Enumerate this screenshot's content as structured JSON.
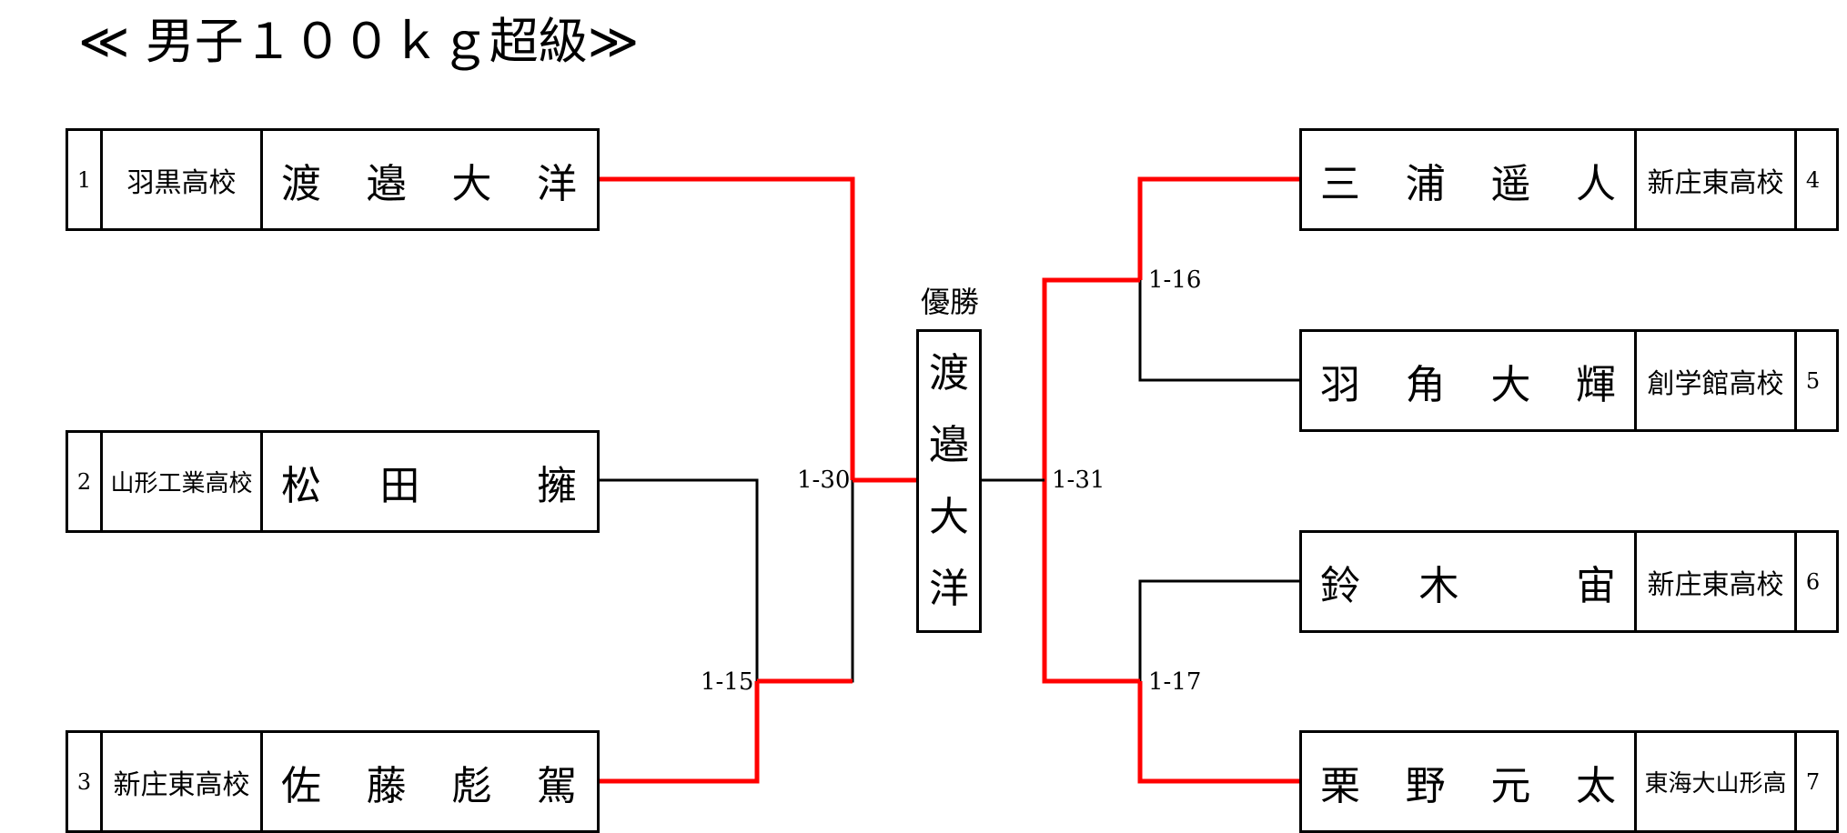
{
  "title": "≪ 男子１００ｋｇ超級≫",
  "winner": {
    "label": "優勝",
    "chars": [
      "渡",
      "邉",
      "大",
      "洋"
    ]
  },
  "left_entries": [
    {
      "seed": "1",
      "school": "羽黒高校",
      "name": [
        "渡",
        "邉",
        "大",
        "洋"
      ]
    },
    {
      "seed": "2",
      "school": "山形工業高校",
      "name": [
        "松",
        "田",
        "",
        "擁"
      ]
    },
    {
      "seed": "3",
      "school": "新庄東高校",
      "name": [
        "佐",
        "藤",
        "彪",
        "駕"
      ]
    }
  ],
  "right_entries": [
    {
      "seed": "4",
      "school": "新庄東高校",
      "name": [
        "三",
        "浦",
        "遥",
        "人"
      ]
    },
    {
      "seed": "5",
      "school": "創学館高校",
      "name": [
        "羽",
        "角",
        "大",
        "輝"
      ]
    },
    {
      "seed": "6",
      "school": "新庄東高校",
      "name": [
        "鈴",
        "木",
        "",
        "宙"
      ]
    },
    {
      "seed": "7",
      "school": "東海大山形高",
      "name": [
        "栗",
        "野",
        "元",
        "太"
      ]
    }
  ],
  "matches": {
    "m15": "1-15",
    "m16": "1-16",
    "m17": "1-17",
    "m30": "1-30",
    "m31": "1-31"
  },
  "colors": {
    "winner_line": "#ff0000",
    "line": "#000000"
  }
}
